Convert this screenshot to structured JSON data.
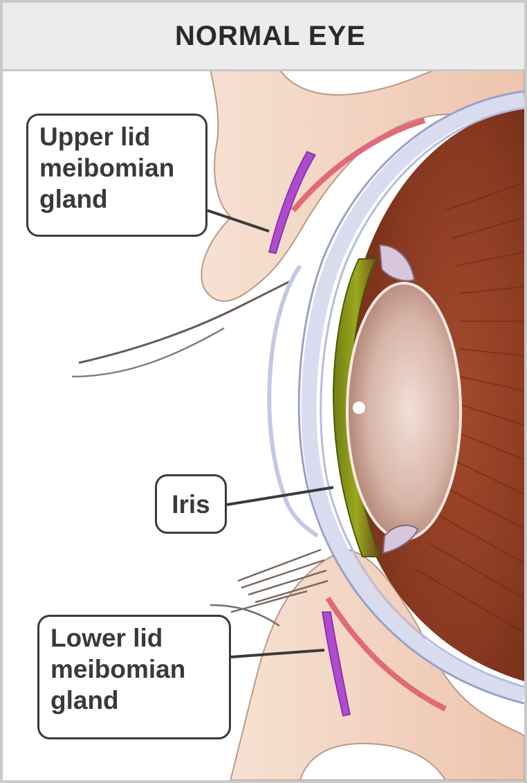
{
  "title": "NORMAL EYE",
  "labels": {
    "upper_lid": [
      "Upper lid",
      "meibomian",
      "gland"
    ],
    "iris": "Iris",
    "lower_lid": [
      "Lower lid",
      "meibomian",
      "gland"
    ]
  },
  "colors": {
    "skin": "#f3d6c2",
    "sclera_rim": "#d9dcef",
    "iris": "#8a9a18",
    "lens": "#c9a99a",
    "eye_interior": "#8a3a22",
    "gland": "#b04ad0",
    "title_bar": "#ececec",
    "frame": "#c9c9c9"
  }
}
